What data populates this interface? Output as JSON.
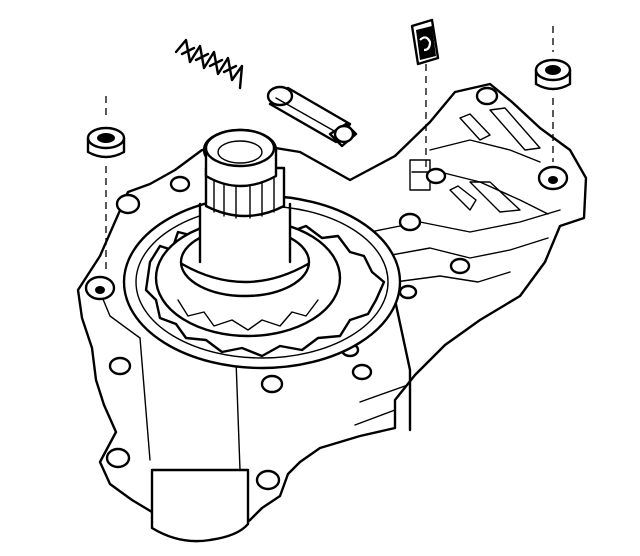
{
  "figure": {
    "parts": [
      {
        "name": "housing"
      },
      {
        "name": "pump-gear-set"
      },
      {
        "name": "output-shaft"
      },
      {
        "name": "valve-spring"
      },
      {
        "name": "valve-plunger"
      },
      {
        "name": "retaining-clip"
      },
      {
        "name": "left-bushing"
      },
      {
        "name": "right-bushing"
      }
    ]
  }
}
